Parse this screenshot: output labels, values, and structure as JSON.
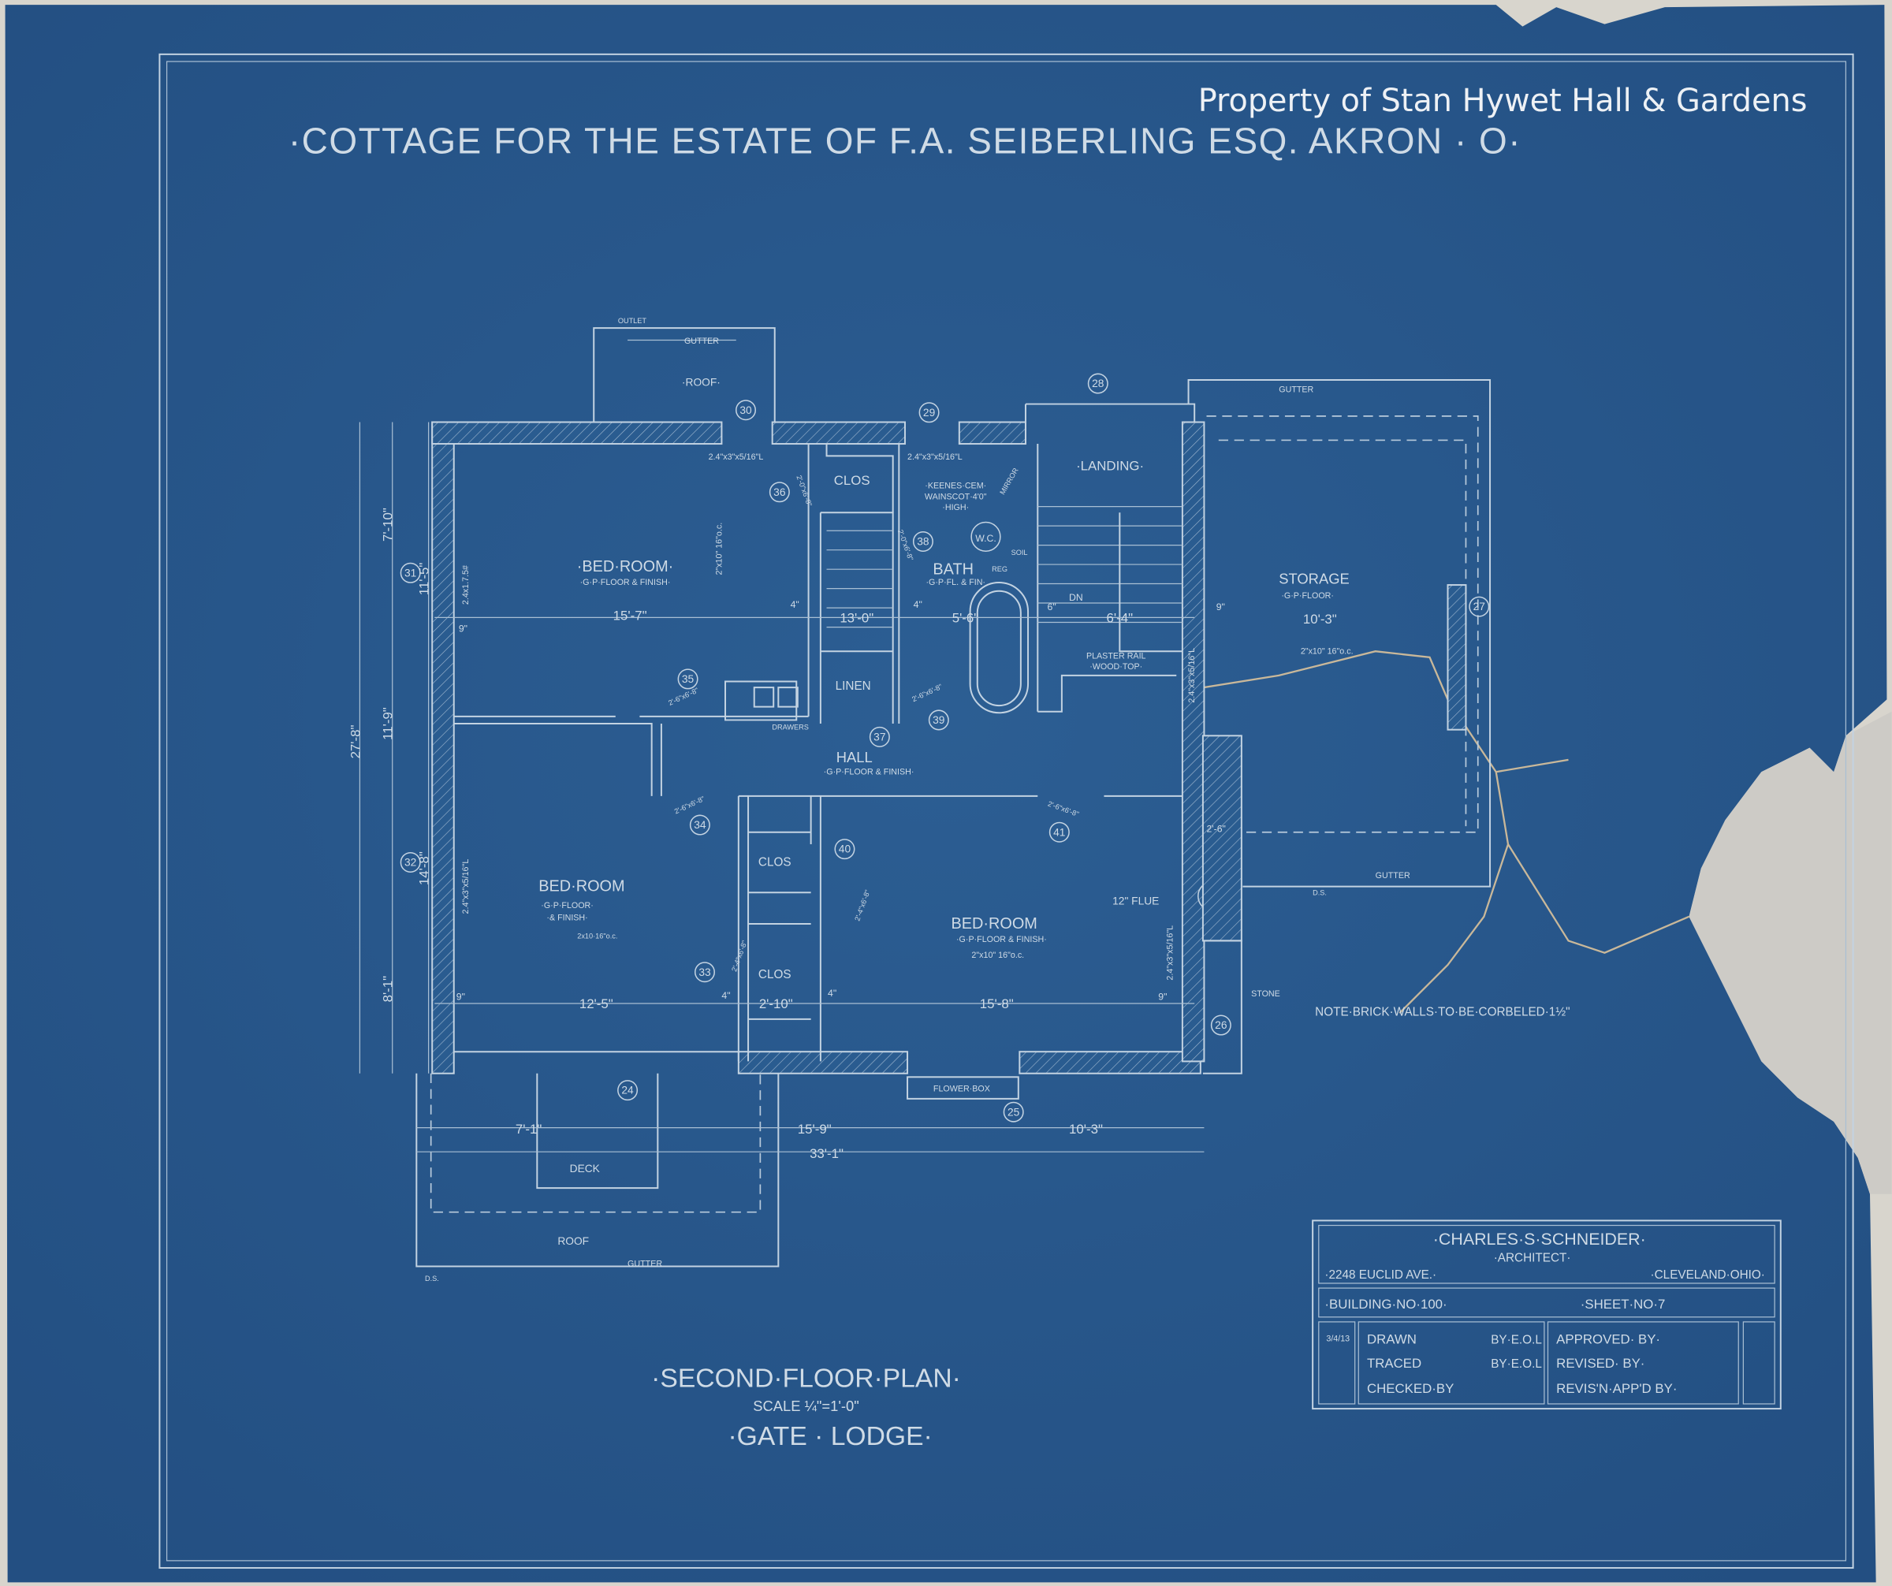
{
  "colors": {
    "paper": "#285a8d",
    "ink": "#cfdbe6",
    "margin": "#d8d5cd",
    "watermark": "#ffffff",
    "tear": "#cdcbc6"
  },
  "watermark": "Property of Stan Hywet Hall & Gardens",
  "title": "·COTTAGE FOR THE ESTATE OF F.A. SEIBERLING ESQ. AKRON · O·",
  "plan": {
    "name": "·SECOND·FLOOR·PLAN·",
    "scale": "SCALE ¼\"=1'-0\"",
    "building": "·GATE · LODGE·"
  },
  "rooms": {
    "bedroom_nw": {
      "label": "·BED·ROOM·",
      "finish": "·G·P·FLOOR & FINISH·",
      "joists": "2\"x10\" 16\"o.c."
    },
    "closet_n": "CLOS",
    "bath": {
      "label": "BATH",
      "finish": "·G·P·FL. & FIN·",
      "note1": "·KEENES·CEM·",
      "note2": "WAINSCOT·4'0\"",
      "note3": "·HIGH·",
      "wc": "W.C.",
      "mirror": "MIRROR",
      "reg": "REG",
      "soil": "SOIL"
    },
    "landing": {
      "label": "·LANDING·",
      "dn": "DN",
      "rail1": "PLASTER RAIL",
      "rail2": "·WOOD·TOP·"
    },
    "linen": "LINEN",
    "drawers": "DRAWERS",
    "hall": {
      "label": "HALL",
      "finish": "·G·P·FLOOR & FINISH·"
    },
    "bedroom_sw": {
      "label": "BED·ROOM",
      "finish1": "·G·P·FLOOR·",
      "finish2": "·& FINISH·",
      "joists": "2x10·16\"o.c."
    },
    "closet_mid": "CLOS",
    "closet_low": "CLOS",
    "bedroom_se": {
      "label": "BED·ROOM",
      "finish": "·G·P·FLOOR & FINISH·",
      "joists": "2\"x10\" 16\"o.c.",
      "flue": "12\" FLUE"
    },
    "storage": {
      "label": "STORAGE",
      "finish": "·G·P·FLOOR·",
      "dim": "10'-3\"",
      "joists": "2\"x10\" 16\"o.c."
    },
    "roof_top": "·ROOF·",
    "roof_bottom": "ROOF",
    "deck": "DECK",
    "flower_box": "FLOWER·BOX",
    "stone": "STONE",
    "gutter": "GUTTER",
    "outlet": "OUTLET",
    "ds": "D.S."
  },
  "window_labels": {
    "w1": "2.4\"x3\"x5/16\"L",
    "w2": "2.4\"x3\"x5/16\"L",
    "w3": "2.4\"x3\"x5/16\"L",
    "w4": "2.4\"x3\"x5/16\"L",
    "w5": "2.4\"x3\"x5/16\"L",
    "w6": "2.4x1.7.5#"
  },
  "door_sizes": {
    "d35": "2'-6\"x6'-8\"",
    "d34": "2'-6\"x6'-8\"",
    "d41": "2'-6\"x6'-8\"",
    "d39": "2'-6\"x6'-8\"",
    "d40": "2'-4\"x6'-8\"",
    "d33": "2'-4\"x6'-8\"",
    "d36": "2'-0\"x6'-8\"",
    "d38": "2'-0\"x6'-8\""
  },
  "door_numbers": [
    "30",
    "29",
    "28",
    "36",
    "38",
    "35",
    "37",
    "39",
    "31",
    "32",
    "34",
    "41",
    "40",
    "33",
    "24",
    "25",
    "26",
    "27"
  ],
  "dimensions": {
    "v_7_10": "7'-10\"",
    "v_11_5": "11'-5\"",
    "v_27_8": "27'-8\"",
    "v_11_9": "11'-9\"",
    "v_14_8": "14'-8\"",
    "v_8_1": "8'-1\"",
    "h_15_7": "15'-7\"",
    "h_13_0": "13'-0\"",
    "h_5_6": "5'-6\"",
    "h_6_4": "6'-4\"",
    "h_12_5": "12'-5\"",
    "h_2_10": "2'-10\"",
    "h_15_8": "15'-8\"",
    "h_7_1": "7'-1\"",
    "h_15_9": "15'-9\"",
    "h_10_3": "10'-3\"",
    "h_33_1": "33'-1\"",
    "in4a": "4\"",
    "in4b": "4\"",
    "in4c": "4\"",
    "in4d": "4\"",
    "in6": "6\"",
    "in9a": "9\"",
    "in9b": "9\"",
    "in9c": "9\"",
    "in9d": "9\"",
    "dim_2_6": "2'-6\""
  },
  "note": "NOTE·BRICK·WALLS·TO·BE·CORBELED·1½\"",
  "title_block": {
    "architect": "·CHARLES·S·SCHNEIDER·",
    "role": "·ARCHITECT·",
    "address": "·2248 EUCLID AVE.·",
    "city": "·CLEVELAND·OHIO·",
    "building_no": "·BUILDING·NO·100·",
    "sheet_no": "·SHEET·NO·7",
    "date": "3/4/13",
    "drawn": "DRAWN",
    "drawn_by": "BY·E.O.L",
    "traced": "TRACED",
    "traced_by": "BY·E.O.L",
    "checked": "CHECKED·BY",
    "approved": "APPROVED·  BY·",
    "revised": "REVISED·  BY·",
    "revision_approved": "REVIS'N·APP'D BY·"
  }
}
